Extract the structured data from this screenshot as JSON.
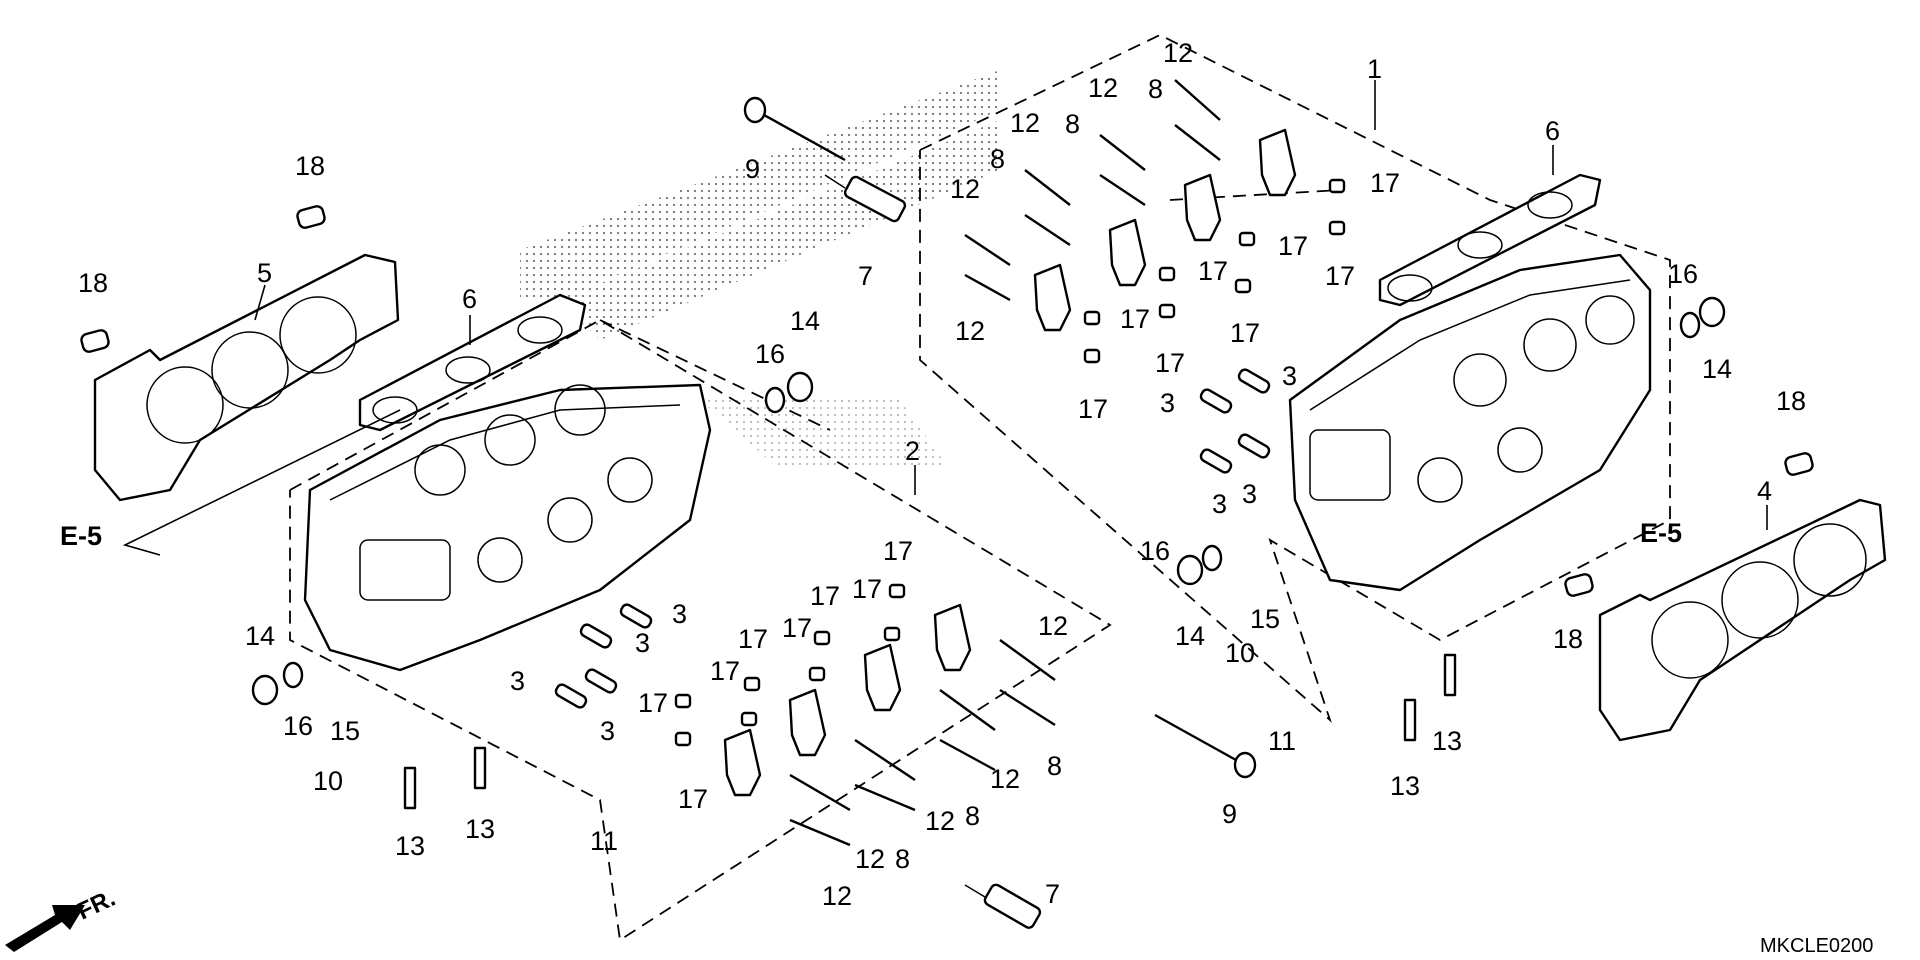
{
  "diagram": {
    "drawing_code": "MKCLE0200",
    "ref_left": "E-5",
    "ref_right": "E-5",
    "front_mark": "FR.",
    "callouts": {
      "c1": "1",
      "c2": "2",
      "c3": "3",
      "c4": "4",
      "c5": "5",
      "c6": "6",
      "c7": "7",
      "c8": "8",
      "c9": "9",
      "c10": "10",
      "c11": "11",
      "c12": "12",
      "c13": "13",
      "c14": "14",
      "c15": "15",
      "c16": "16",
      "c17": "17",
      "c18": "18"
    }
  }
}
